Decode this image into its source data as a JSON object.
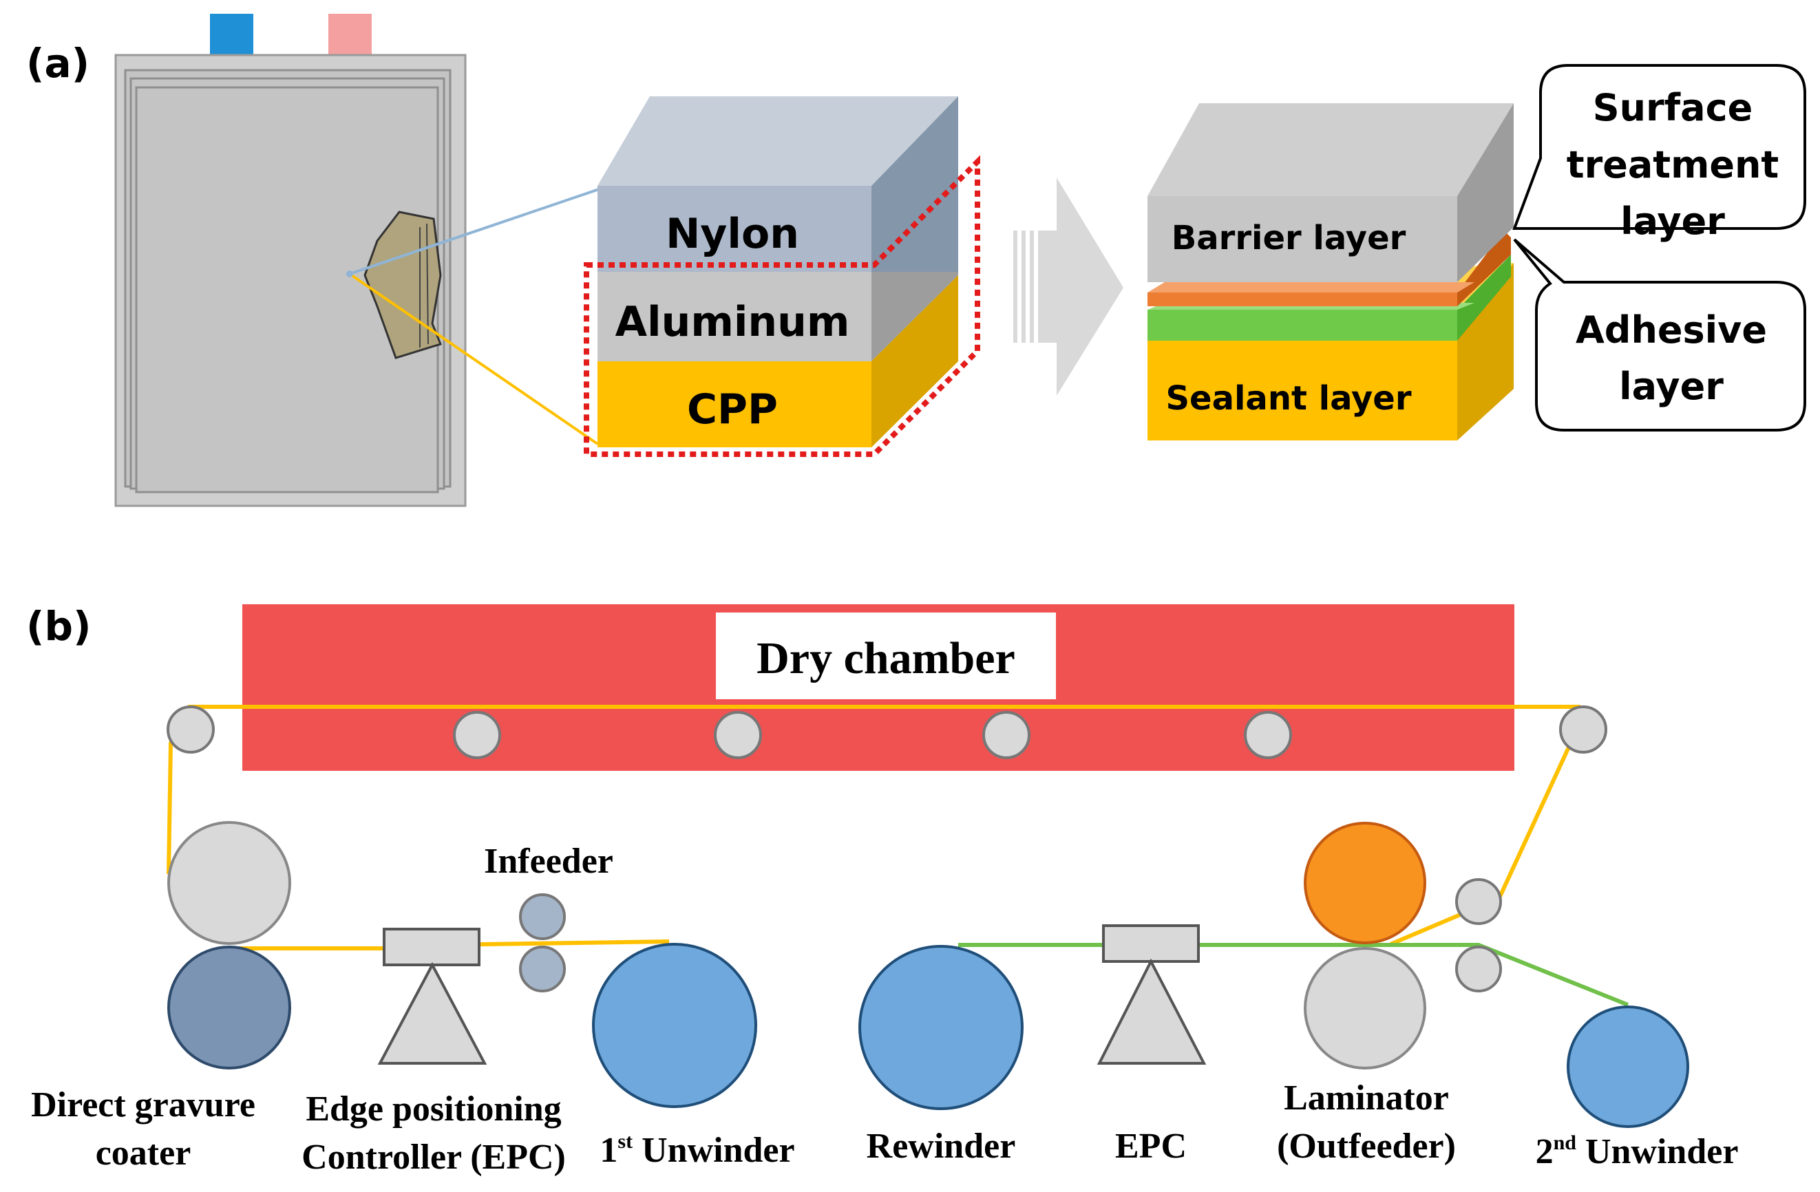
{
  "panel_a": {
    "label": "(a)",
    "layers": {
      "nylon": "Nylon",
      "aluminum": "Aluminum",
      "cpp": "CPP"
    },
    "detail": {
      "barrier": "Barrier layer",
      "sealant": "Sealant layer"
    },
    "callouts": {
      "surface": [
        "Surface",
        "treatment",
        "layer"
      ],
      "adhesive": [
        "Adhesive",
        "layer"
      ]
    }
  },
  "panel_b": {
    "label": "(b)",
    "chamber": "Dry chamber",
    "infeeder": "Infeeder",
    "coater": [
      "Direct gravure",
      "coater"
    ],
    "epc_full": [
      "Edge positioning",
      "Controller (EPC)"
    ],
    "unwinder1": {
      "num": "1",
      "sup": "st",
      "word": " Unwinder"
    },
    "rewinder": "Rewinder",
    "epc": "EPC",
    "laminator": [
      "Laminator",
      "(Outfeeder)"
    ],
    "unwinder2": {
      "num": "2",
      "sup": "nd",
      "word": " Unwinder"
    }
  },
  "colors": {
    "nylon": "#adb9ca",
    "aluminum": "#c6c6c6",
    "cpp": "#ffc000",
    "surface_treatment": "#ed7d31",
    "adhesive": "#70ca4a",
    "chamber": "#f05252",
    "web_yellow": "#ffc000",
    "web_green": "#70c04a",
    "unwinder_blue": "#6fa8dc",
    "coater_dark": "#7b94b3",
    "laminator_orange": "#f7931e"
  }
}
